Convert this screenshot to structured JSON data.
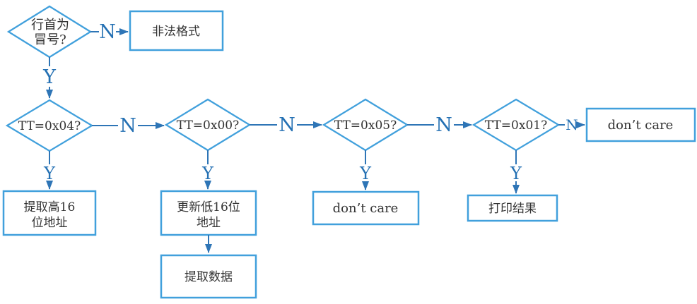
{
  "colors": {
    "shape_border": "#41a0dc",
    "connector": "#2e75b6",
    "edge_label": "#2470b3",
    "node_text": "#333333",
    "background": "#ffffff"
  },
  "edge_labels": {
    "yes": "Y",
    "no": "N"
  },
  "nodes": {
    "start_decision": {
      "text_line1": "行首为",
      "text_line2": "冒号?"
    },
    "invalid_format_box": {
      "text": "非法格式"
    },
    "tt_0x04_decision": {
      "text": "TT=0x04?"
    },
    "tt_0x00_decision": {
      "text": "TT=0x00?"
    },
    "tt_0x05_decision": {
      "text": "TT=0x05?"
    },
    "tt_0x01_decision": {
      "text": "TT=0x01?"
    },
    "extract_high_box": {
      "text_line1": "提取高16",
      "text_line2": "位地址"
    },
    "update_low_box": {
      "text_line1": "更新低16位",
      "text_line2": "地址"
    },
    "dont_care_mid_box": {
      "text": "don’t care"
    },
    "print_result_box": {
      "text": "打印结果"
    },
    "dont_care_end_box": {
      "text": "don’t care"
    },
    "extract_data_box": {
      "text": "提取数据"
    }
  }
}
